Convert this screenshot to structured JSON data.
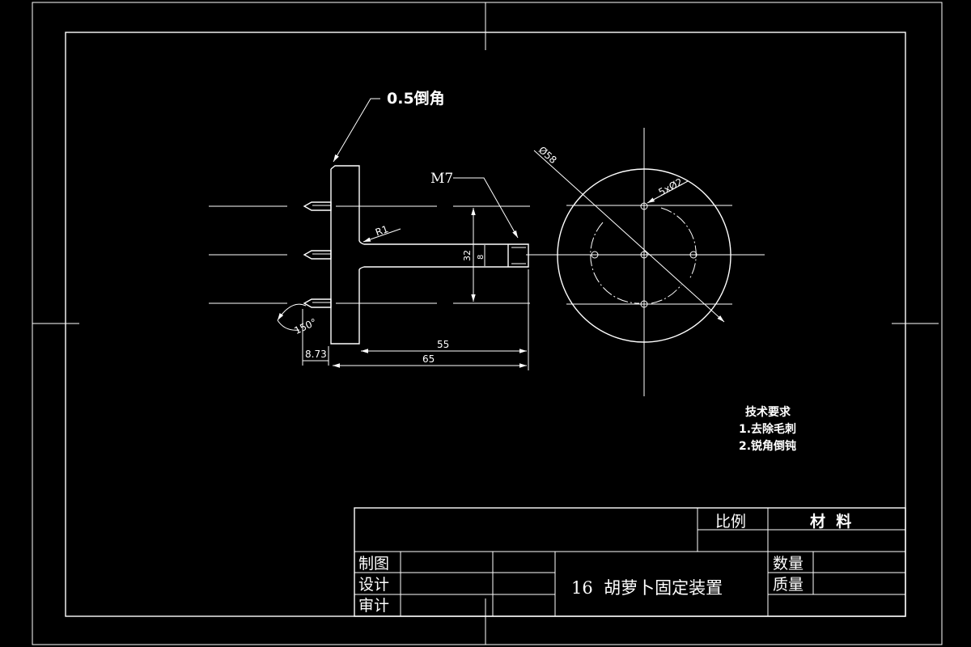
{
  "annotations": {
    "chamfer": "0.5倒角",
    "thread": "M7",
    "fillet_radius": "R1",
    "angle": "150°",
    "dim_8_73": "8.73",
    "dim_32": "32",
    "dim_8": "8",
    "dim_55": "55",
    "dim_65": "65",
    "dia_58": "Ø58",
    "holes": "5xØ2"
  },
  "tech_requirements": {
    "title": "技术要求",
    "items": [
      "1.去除毛刺",
      "2.锐角倒钝"
    ]
  },
  "title_block": {
    "scale_label": "比例",
    "material_label": "材  料",
    "drawn_label": "制图",
    "design_label": "设计",
    "review_label": "审计",
    "quantity_label": "数量",
    "mass_label": "质量",
    "part_title": "16  胡萝卜固定装置"
  }
}
